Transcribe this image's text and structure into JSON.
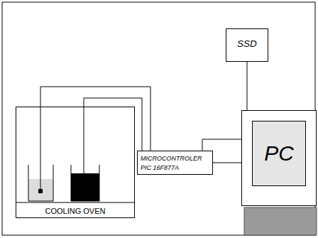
{
  "diagram": {
    "nodes": [
      {
        "text": [
          "COOLING OVEN"
        ]
      },
      {
        "text": [
          "SSD"
        ]
      },
      {
        "text": [
          "MICROCONTROLER",
          "PIC 16F877A"
        ]
      },
      {
        "text": [
          "PC"
        ]
      }
    ],
    "edges": [
      {
        "from": 0,
        "to": 2,
        "arrow": "none"
      },
      {
        "from": 0,
        "to": 2,
        "arrow": "none"
      },
      {
        "from": 1,
        "to": 2,
        "arrow": "none"
      },
      {
        "from": 2,
        "to": 3,
        "arrow": "none"
      }
    ]
  }
}
